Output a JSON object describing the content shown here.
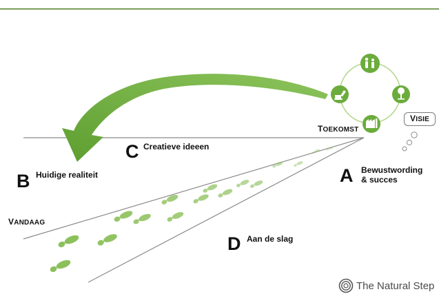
{
  "labels": {
    "a_letter": "A",
    "a_text": [
      "Bewustwording",
      "& succes"
    ],
    "b_letter": "B",
    "b_text": "Huidige realiteit",
    "c_letter": "C",
    "c_text": "Creatieve ideeen",
    "d_letter": "D",
    "d_text": "Aan de slag",
    "toekomst": {
      "cap": "T",
      "rest": "OEKOMST"
    },
    "vandaag": {
      "cap": "V",
      "rest": "ANDAAG"
    },
    "visie": {
      "cap": "V",
      "rest": "ISIE"
    }
  },
  "brand": {
    "text": "The Natural Step",
    "icon": "spiral-logo-icon"
  },
  "vision_icons": [
    "people-icon",
    "tree-icon",
    "factory-icon",
    "excavator-icon"
  ],
  "colors": {
    "accent_green": "#6bac3c",
    "header_rule": "#4f7f24",
    "footprint": "#8cc05a"
  }
}
